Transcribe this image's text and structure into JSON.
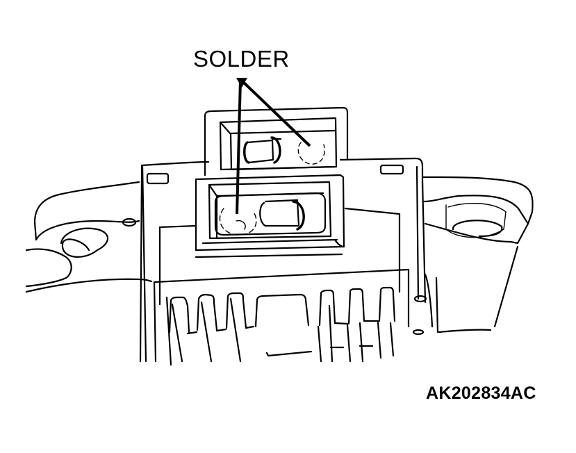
{
  "diagram": {
    "type": "technical-illustration",
    "subject": "regulator assembly with two soldered components",
    "callout": {
      "label": "SOLDER",
      "targets": [
        "upper-component-solder-joint",
        "lower-component-solder-joint"
      ]
    },
    "figure_id": "AK202834AC",
    "colors": {
      "background": "#ffffff",
      "line": "#000000"
    }
  }
}
